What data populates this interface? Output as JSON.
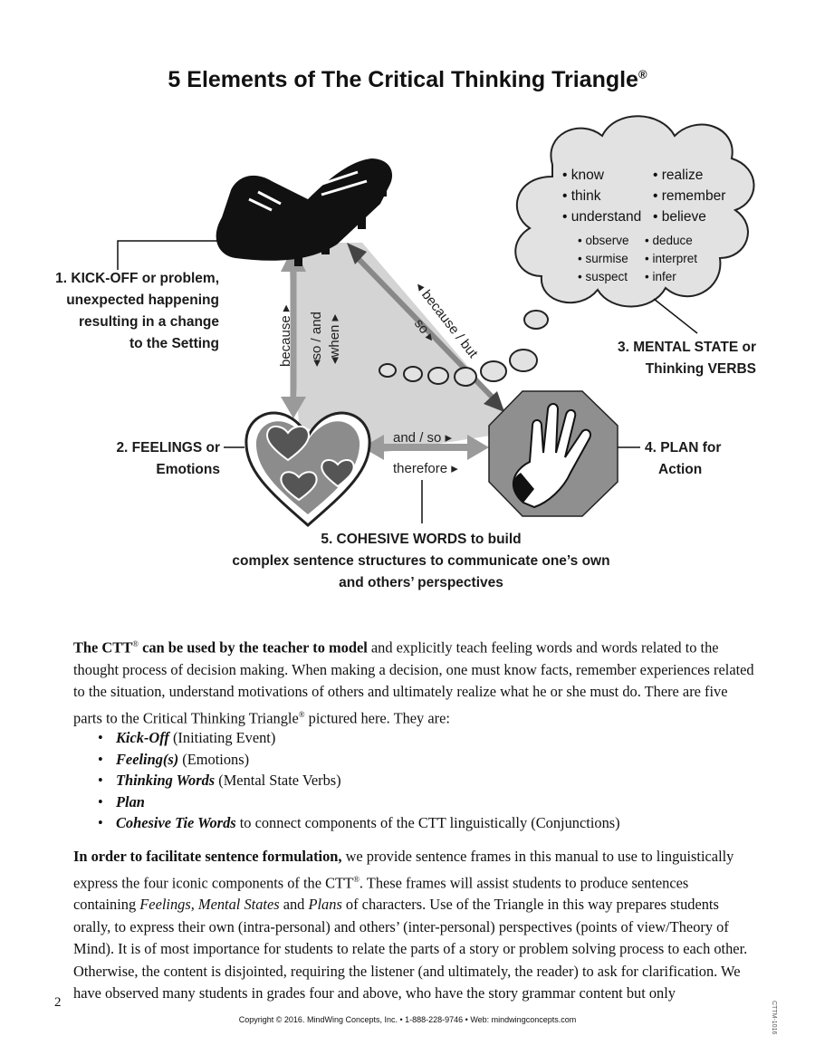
{
  "title": "5 Elements of The Critical Thinking Triangle®",
  "diagram": {
    "label1": [
      "1. KICK-OFF or problem,",
      "unexpected happening",
      "resulting in a change",
      "to the Setting"
    ],
    "label2": [
      "2. FEELINGS or",
      "Emotions"
    ],
    "label3": [
      "3. MENTAL STATE or",
      "Thinking VERBS"
    ],
    "label4": [
      "4. PLAN for",
      "Action"
    ],
    "label5": [
      "5. COHESIVE WORDS to build",
      "complex sentence structures to communicate one’s own",
      "and others’ perspectives"
    ],
    "cloud_words_large": [
      "• know",
      "• think",
      "• understand",
      "• realize",
      "• remember",
      "• believe"
    ],
    "cloud_words_small": [
      "• observe",
      "• surmise",
      "• suspect",
      "• deduce",
      "• interpret",
      "• infer"
    ],
    "connectors": {
      "left_because": "because ▸",
      "left_so_and": "◂so / and",
      "left_when": "◂when ▸",
      "diag_because_but": "◂ because / but",
      "diag_so": "so ▸",
      "bottom_and_so": "and / so ▸",
      "bottom_therefore": "therefore ▸"
    }
  },
  "para1": {
    "bold": "The CTT",
    "reg_mark": "®",
    "bold2": " can be used by the teacher to model",
    "rest": " and explicitly teach feeling words and words related to the thought process of decision making. When making a decision, one must know facts, remember experiences related to the situation, understand motivations of others and ultimately realize what he or she must do. There are five parts to the Critical Thinking Triangle",
    "reg_mark2": "®",
    "rest2": " pictured here. They are:"
  },
  "bullets": [
    {
      "term": "Kick-Off",
      "desc": " (Initiating Event)"
    },
    {
      "term": "Feeling(s)",
      "desc": " (Emotions)"
    },
    {
      "term": "Thinking Words",
      "desc": " (Mental State Verbs)"
    },
    {
      "term": "Plan",
      "desc": ""
    },
    {
      "term": "Cohesive Tie Words",
      "desc": " to connect components of the CTT linguistically (Conjunctions)"
    }
  ],
  "para2": {
    "bold": "In order to facilitate sentence formulation,",
    "a": " we provide sentence frames in this manual to use to linguistically express the four iconic components of the CTT",
    "reg": "®",
    "b": ". These frames will assist students to produce sentences containing ",
    "i1": "Feelings, Mental States",
    "c": " and ",
    "i2": "Plans",
    "d": " of characters. Use of the Triangle in this way prepares students orally, to express their own (intra-personal) and others’ (inter-personal) perspectives (points of view/Theory of Mind). It is of most importance for students to relate the parts of a story or problem solving process to each other. Otherwise, the content is disjointed, requiring the listener (and ultimately, the reader) to ask for clarification. We have observed many students in grades four and above, who have the story grammar content but only"
  },
  "footer": {
    "page_number": "2",
    "copyright": "Copyright © 2016. MindWing Concepts, Inc. • 1-888-228-9746 • Web: mindwingconcepts.com",
    "side_code": "CTTM-1016"
  }
}
